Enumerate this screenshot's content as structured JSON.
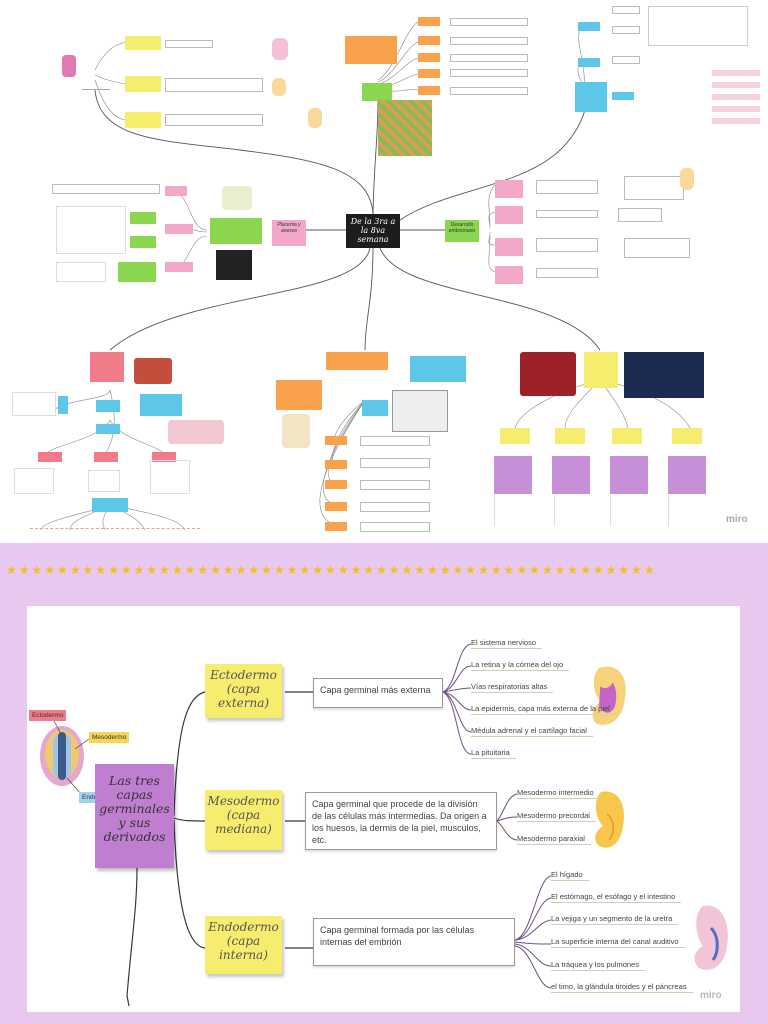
{
  "overview": {
    "center_title": "De la 3ra a la 8va semana",
    "hub_left": "Placenta y anexos",
    "hub_right": "Desarrollo embrionario",
    "watermark": "miro"
  },
  "separator": "★★★★★★★★★★★★★★★★★★★★★★★★★★★★★★★★★★★★★★★★★★★★★★★★★★★",
  "map": {
    "central_title": "Las tres capas germinales y sus derivados",
    "embryo_labels": {
      "ectoderm": "Ectodermo",
      "mesoderm": "Mesodermo",
      "endoderm": "Endodermo"
    },
    "watermark": "miro",
    "layers": [
      {
        "name": "Ectodermo (capa externa)",
        "description": "Capa germinal más externa",
        "derivatives": [
          "El sistema nervioso",
          "La retina y la córnea del ojo",
          "Vías respiratorias altas",
          "La epidermis, capa más externa de la piel",
          "Médula adrenal y el cartílago facial",
          "La pituitaria"
        ]
      },
      {
        "name": "Mesodermo (capa mediana)",
        "description": "Capa germinal que procede de la división de las células más intermedias. Da origen a los huesos, la dermis de la piel, musculos, etc.",
        "derivatives": [
          "Mesodermo intermedio",
          "Mesodermo precordal",
          "Mesodermo paraxial"
        ]
      },
      {
        "name": "Endodermo (capa interna)",
        "description": "Capa germinal formada por las células internas del embrión",
        "derivatives": [
          "El hígado",
          "El estómago, el esófago y el intestino",
          "La vejiga y un segmento de la uretra",
          "La superficie interna del canal auditivo",
          "La tráquea y los pulmones",
          "el timo, la glándula tiroides y el páncreas"
        ]
      }
    ]
  },
  "colors": {
    "purple": "#c07ed0",
    "yellow": "#f6ec6e",
    "branch": "#3d3447",
    "leaf_line": "#6d4f86",
    "bg": "#e8c8ee"
  }
}
